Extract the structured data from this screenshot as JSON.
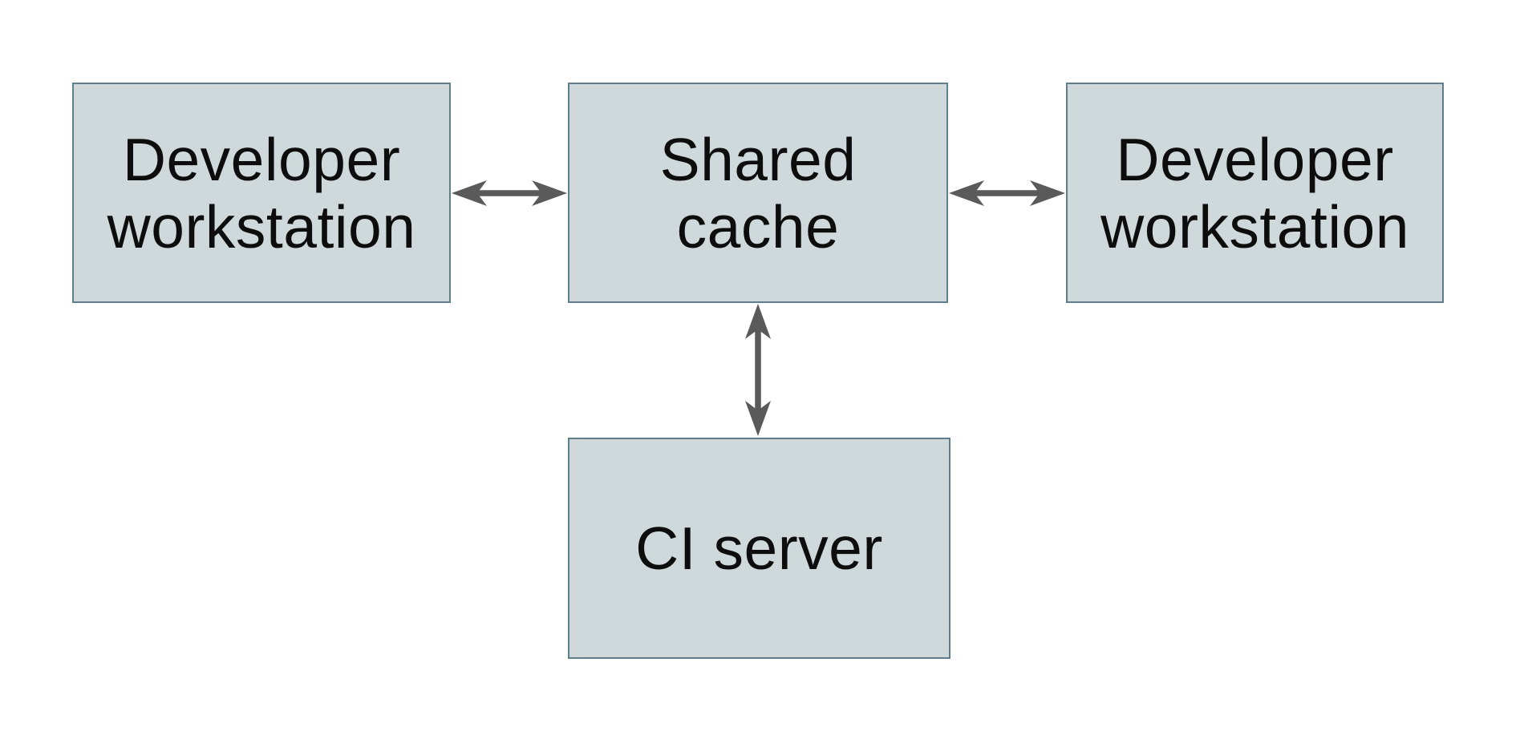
{
  "canvas": {
    "background": "#ffffff"
  },
  "colors": {
    "node_fill": "#cfd8da",
    "node_border": "#5f7d8b",
    "arrow": "#5a5a5a",
    "text": "#0d0d0d"
  },
  "nodes": {
    "dev_left": {
      "lines": [
        "Developer",
        "workstation"
      ]
    },
    "shared_cache": {
      "lines": [
        "Shared",
        "cache"
      ]
    },
    "dev_right": {
      "lines": [
        "Developer",
        "workstation"
      ]
    },
    "ci_server": {
      "lines": [
        "CI server",
        ""
      ]
    }
  },
  "connections": [
    {
      "from": "Developer workstation (left)",
      "to": "Shared cache",
      "type": "bidirectional-arrow",
      "orientation": "horizontal"
    },
    {
      "from": "Shared cache",
      "to": "Developer workstation (right)",
      "type": "bidirectional-arrow",
      "orientation": "horizontal"
    },
    {
      "from": "Shared cache",
      "to": "CI server",
      "type": "bidirectional-arrow",
      "orientation": "vertical"
    }
  ]
}
